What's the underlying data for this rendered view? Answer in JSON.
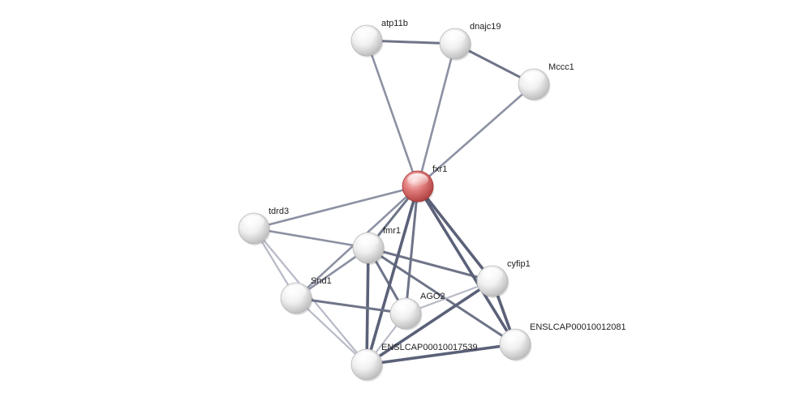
{
  "network": {
    "nodes": [
      {
        "id": "fxr1",
        "label": "fxr1",
        "query": true
      },
      {
        "id": "atp11b",
        "label": "atp11b",
        "query": false
      },
      {
        "id": "dnajc19",
        "label": "dnajc19",
        "query": false
      },
      {
        "id": "Mccc1",
        "label": "Mccc1",
        "query": false
      },
      {
        "id": "tdrd3",
        "label": "tdrd3",
        "query": false
      },
      {
        "id": "fmr1",
        "label": "fmr1",
        "query": false
      },
      {
        "id": "Snd1",
        "label": "Snd1",
        "query": false
      },
      {
        "id": "AGO2",
        "label": "AGO2",
        "query": false
      },
      {
        "id": "cyfip1",
        "label": "cyfip1",
        "query": false
      },
      {
        "id": "ENSLCAP00010012081",
        "label": "ENSLCAP00010012081",
        "query": false
      },
      {
        "id": "ENSLCAP00010017539",
        "label": "ENSLCAP00010017539",
        "query": false
      }
    ],
    "edges": [
      {
        "source": "atp11b",
        "target": "dnajc19",
        "strength": "medium"
      },
      {
        "source": "dnajc19",
        "target": "Mccc1",
        "strength": "medium"
      },
      {
        "source": "atp11b",
        "target": "fxr1",
        "strength": "weak"
      },
      {
        "source": "dnajc19",
        "target": "fxr1",
        "strength": "weak"
      },
      {
        "source": "Mccc1",
        "target": "fxr1",
        "strength": "weak"
      },
      {
        "source": "tdrd3",
        "target": "fxr1",
        "strength": "weak"
      },
      {
        "source": "tdrd3",
        "target": "fmr1",
        "strength": "weak"
      },
      {
        "source": "tdrd3",
        "target": "Snd1",
        "strength": "light"
      },
      {
        "source": "tdrd3",
        "target": "ENSLCAP00010017539",
        "strength": "light"
      },
      {
        "source": "fmr1",
        "target": "fxr1",
        "strength": "medium"
      },
      {
        "source": "fmr1",
        "target": "Snd1",
        "strength": "weak"
      },
      {
        "source": "fmr1",
        "target": "AGO2",
        "strength": "medium"
      },
      {
        "source": "fmr1",
        "target": "cyfip1",
        "strength": "medium"
      },
      {
        "source": "fmr1",
        "target": "ENSLCAP00010012081",
        "strength": "medium"
      },
      {
        "source": "fmr1",
        "target": "ENSLCAP00010017539",
        "strength": "strong"
      },
      {
        "source": "fxr1",
        "target": "AGO2",
        "strength": "medium"
      },
      {
        "source": "fxr1",
        "target": "cyfip1",
        "strength": "strong"
      },
      {
        "source": "fxr1",
        "target": "ENSLCAP00010012081",
        "strength": "strong"
      },
      {
        "source": "fxr1",
        "target": "ENSLCAP00010017539",
        "strength": "strong"
      },
      {
        "source": "fxr1",
        "target": "Snd1",
        "strength": "weak"
      },
      {
        "source": "Snd1",
        "target": "AGO2",
        "strength": "medium"
      },
      {
        "source": "Snd1",
        "target": "ENSLCAP00010017539",
        "strength": "light"
      },
      {
        "source": "AGO2",
        "target": "cyfip1",
        "strength": "light"
      },
      {
        "source": "AGO2",
        "target": "ENSLCAP00010017539",
        "strength": "light"
      },
      {
        "source": "cyfip1",
        "target": "ENSLCAP00010012081",
        "strength": "strong"
      },
      {
        "source": "cyfip1",
        "target": "ENSLCAP00010017539",
        "strength": "strong"
      },
      {
        "source": "ENSLCAP00010012081",
        "target": "ENSLCAP00010017539",
        "strength": "strong"
      }
    ],
    "colors": {
      "node_fill": "#eeeeee",
      "node_shade": "#b8b8b8",
      "query_node_fill": "#e06a6a",
      "query_node_shade": "#a83232",
      "edge_strong": "#5b6178",
      "edge_medium": "#6e7488",
      "edge_weak": "#8c91a3",
      "edge_light": "#b7bac6"
    }
  }
}
